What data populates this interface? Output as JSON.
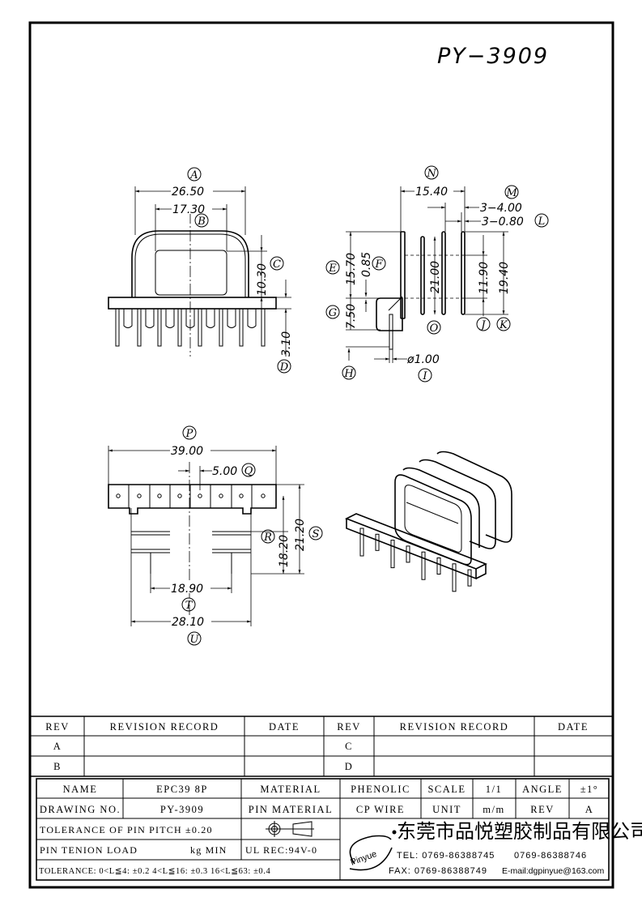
{
  "title": "PY−3909",
  "markers": {
    "A": "A",
    "B": "B",
    "C": "C",
    "D": "D",
    "E": "E",
    "F": "F",
    "G": "G",
    "H": "H",
    "I": "I",
    "J": "J",
    "K": "K",
    "L": "L",
    "M": "M",
    "N": "N",
    "O": "O",
    "P": "P",
    "Q": "Q",
    "R": "R",
    "S": "S",
    "T": "T",
    "U": "U"
  },
  "values": {
    "A": "26.50",
    "B": "17.30",
    "C": "10.30",
    "D": "3.10",
    "E": "15.70",
    "F": "0.85",
    "G": "7.50",
    "I": "ø1.00",
    "J": "11.90",
    "K": "19.40",
    "L": "3−0.80",
    "M": "3−4.00",
    "N": "15.40",
    "O": "21.00",
    "P": "39.00",
    "Q": "5.00",
    "R": "18.20",
    "S": "21.20",
    "T": "18.90",
    "U": "28.10"
  },
  "revision_table": {
    "headers": [
      "REV",
      "REVISION RECORD",
      "DATE",
      "REV",
      "REVISION RECORD",
      "DATE"
    ],
    "rows": [
      [
        "A",
        "",
        "",
        "C",
        "",
        ""
      ],
      [
        "B",
        "",
        "",
        "D",
        "",
        ""
      ]
    ]
  },
  "title_block": {
    "name_label": "NAME",
    "name": "EPC39 8P",
    "material_label": "MATERIAL",
    "material": "PHENOLIC",
    "scale_label": "SCALE",
    "scale": "1/1",
    "angle_label": "ANGLE",
    "angle": "±1°",
    "drawing_no_label": "DRAWING NO.",
    "drawing_no": "PY-3909",
    "pin_material_label": "PIN MATERIAL",
    "pin_material": "CP WIRE",
    "unit_label": "UNIT",
    "unit": "m/m",
    "rev_label": "REV",
    "rev": "A",
    "pin_pitch_tol": "TOLERANCE OF PIN PITCH ±0.20",
    "pin_load": "PIN TENION LOAD",
    "pin_load_unit": "kg MIN",
    "ul": "UL REC:94V-0",
    "tolerance": "TOLERANCE: 0<L≦4: ±0.2   4<L≦16: ±0.3   16<L≦63: ±0.4",
    "company_logo": "Pinyue",
    "company_name": "东莞市品悦塑胶制品有限公司",
    "tel": "TEL: 0769-86388745",
    "tel2": "0769-86388746",
    "fax": "FAX: 0769-86388749",
    "email": "E-mail:dgpinyue@163.com"
  }
}
